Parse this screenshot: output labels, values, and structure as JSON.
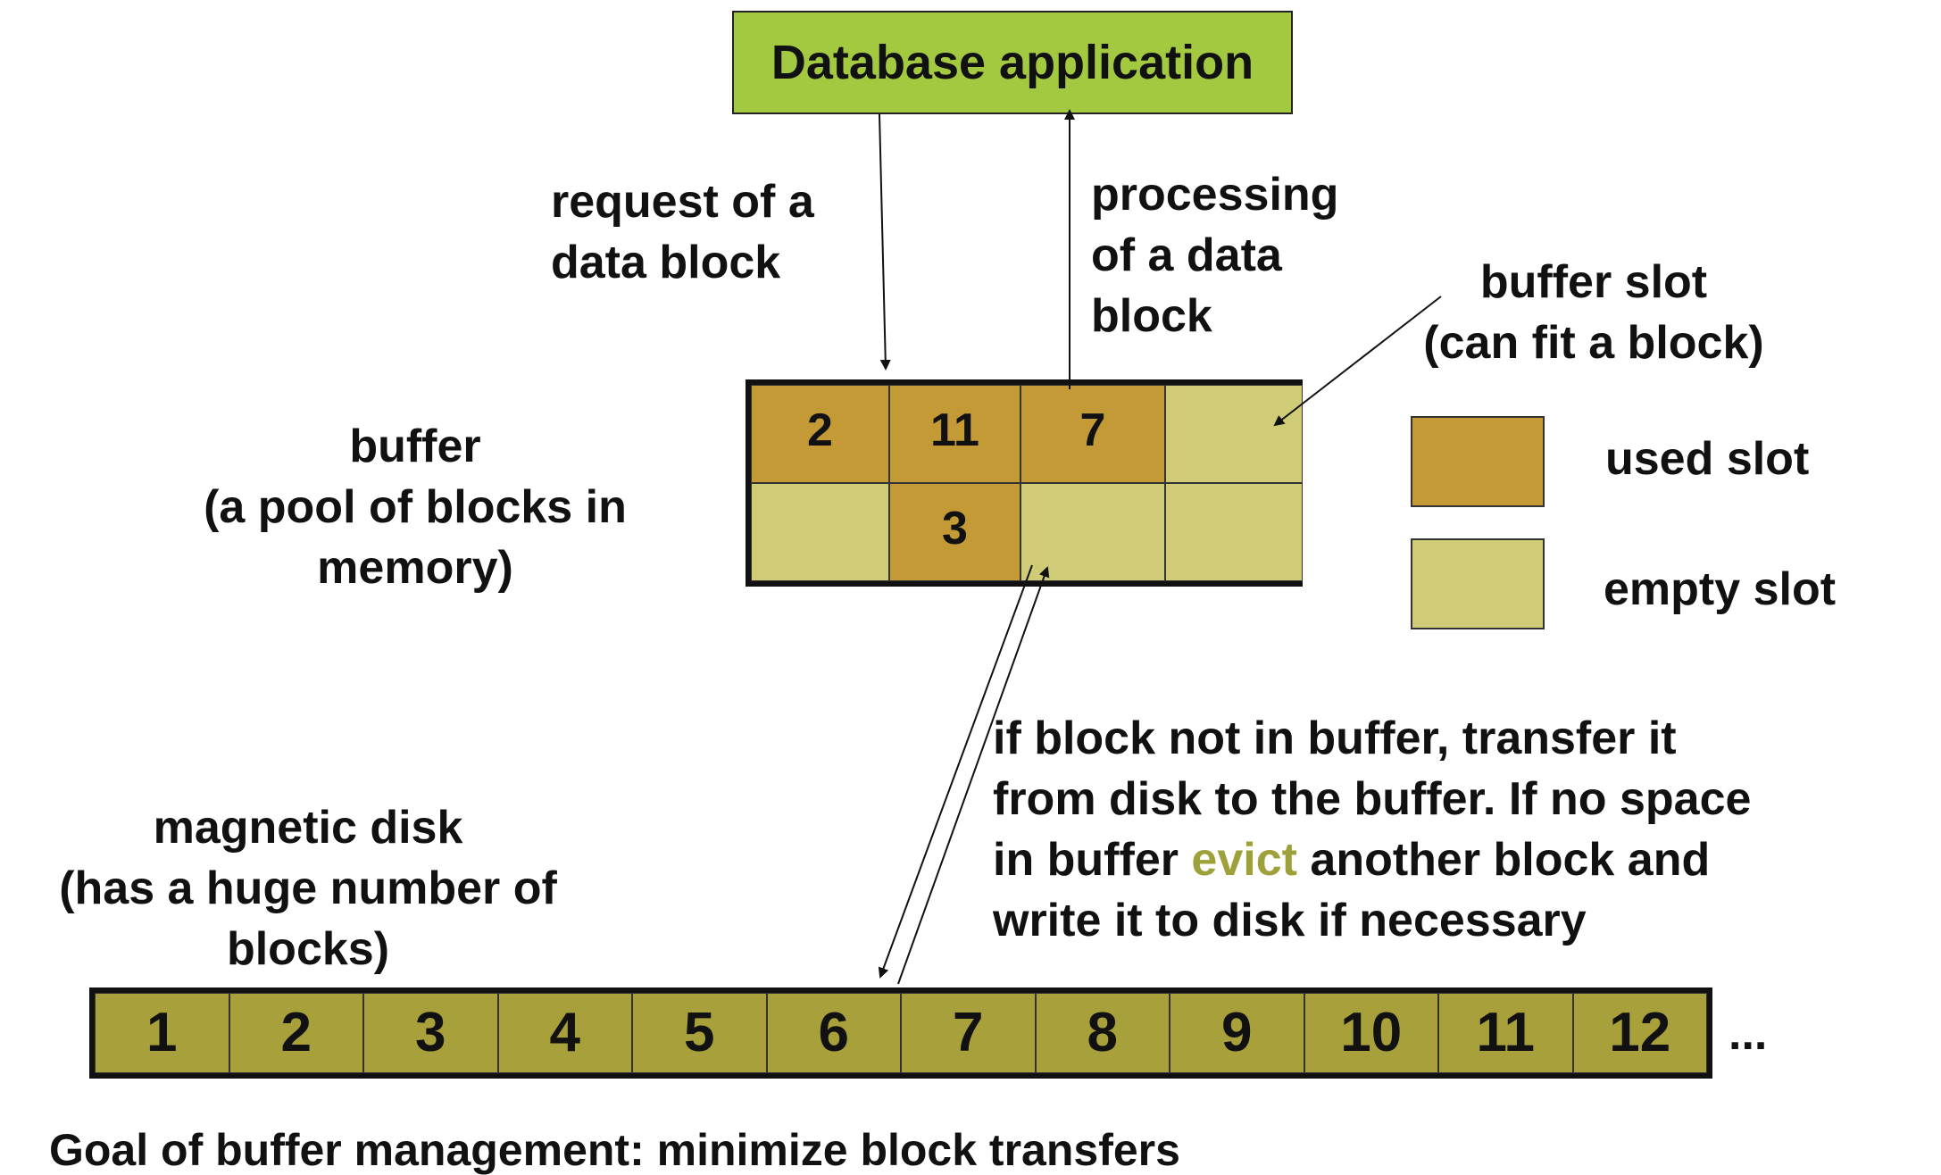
{
  "app_box": {
    "label": "Database application"
  },
  "labels": {
    "request": [
      "request of a",
      "data block"
    ],
    "processing": [
      "processing",
      "of a data",
      "block"
    ],
    "buffer_slot": [
      "buffer slot",
      "(can fit a block)"
    ],
    "buffer": [
      "buffer",
      "(a pool of blocks in",
      "memory)"
    ],
    "disk": [
      "magnetic disk",
      "(has a huge number of",
      "blocks)"
    ]
  },
  "buffer": {
    "slots": [
      {
        "label": "2",
        "state": "used"
      },
      {
        "label": "11",
        "state": "used"
      },
      {
        "label": "7",
        "state": "used"
      },
      {
        "label": "",
        "state": "empty"
      },
      {
        "label": "",
        "state": "empty"
      },
      {
        "label": "3",
        "state": "used"
      },
      {
        "label": "",
        "state": "empty"
      },
      {
        "label": "",
        "state": "empty"
      }
    ]
  },
  "legend": {
    "used": "used slot",
    "empty": "empty slot"
  },
  "transfer_note": {
    "line1": "if block not in buffer, transfer it",
    "line2": "from disk to the buffer. If no space",
    "line3_before": "in buffer ",
    "line3_highlight": "evict",
    "line3_after": " another block and",
    "line4": "write it to disk if necessary"
  },
  "disk": {
    "blocks": [
      "1",
      "2",
      "3",
      "4",
      "5",
      "6",
      "7",
      "8",
      "9",
      "10",
      "11",
      "12"
    ],
    "ellipsis": "..."
  },
  "goal": "Goal of buffer management: minimize block transfers",
  "colors": {
    "app_box": "#a3c940",
    "used_slot": "#c49a36",
    "empty_slot": "#cfcb76",
    "disk_block": "#a8a03a",
    "evict_highlight": "#9ea03a"
  }
}
